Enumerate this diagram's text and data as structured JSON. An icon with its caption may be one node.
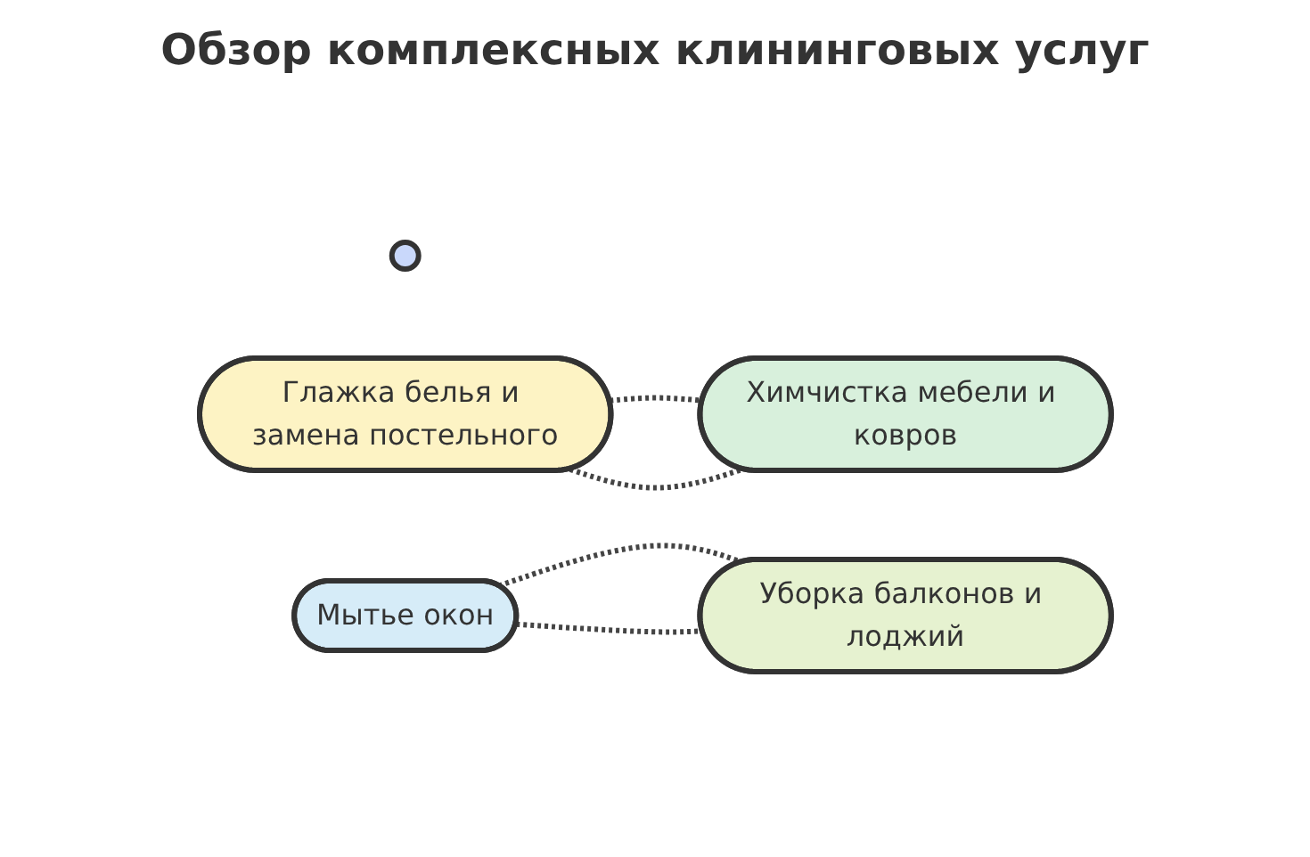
{
  "diagram": {
    "title": "Обзор комплексных клининговых услуг",
    "nodes": [
      {
        "text": [],
        "shape": "circle"
      },
      {
        "text": [
          "Глажка белья и замена постельного"
        ]
      },
      {
        "text": [
          "Мытье окон"
        ]
      },
      {
        "text": [
          "Уборка балконов и лоджий"
        ]
      },
      {
        "text": [
          "Химчистка мебели и ковров"
        ]
      }
    ],
    "edges": [
      {
        "from": 1,
        "to": 4,
        "arrow": "none",
        "style": "dashed"
      },
      {
        "from": 1,
        "to": 4,
        "arrow": "none",
        "style": "dashed"
      },
      {
        "from": 2,
        "to": 3,
        "arrow": "none",
        "style": "dashed"
      },
      {
        "from": 2,
        "to": 3,
        "arrow": "none",
        "style": "dashed"
      }
    ]
  }
}
